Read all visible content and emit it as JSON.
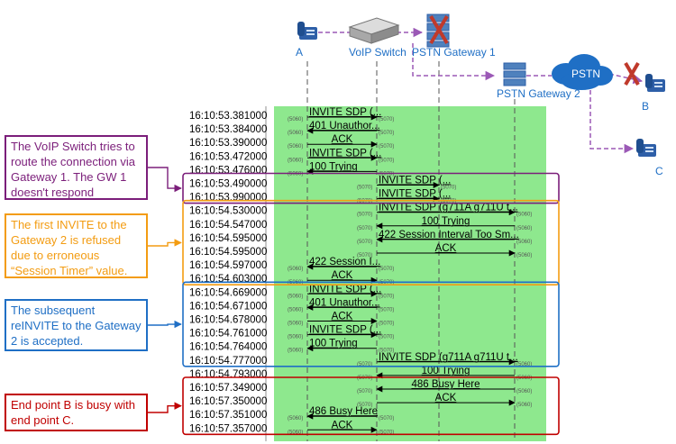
{
  "topology": {
    "labels": {
      "A": "A",
      "switch": "VoIP Switch",
      "gw1": "PSTN Gateway 1",
      "gw2": "PSTN Gateway 2",
      "pstn": "PSTN",
      "B": "B",
      "C": "C"
    }
  },
  "ports": {
    "p5060": "(5060)",
    "p5070": "(5070)"
  },
  "rows": [
    {
      "time": "16:10:53.381000",
      "label": "INVITE SDP (...",
      "from": "A",
      "to": "SW"
    },
    {
      "time": "16:10:53.384000",
      "label": "401 Unauthor...",
      "from": "SW",
      "to": "A"
    },
    {
      "time": "16:10:53.390000",
      "label": "ACK",
      "from": "A",
      "to": "SW"
    },
    {
      "time": "16:10:53.472000",
      "label": "INVITE SDP (...",
      "from": "A",
      "to": "SW"
    },
    {
      "time": "16:10:53.476000",
      "label": "100 Trying",
      "from": "SW",
      "to": "A"
    },
    {
      "time": "16:10:53.490000",
      "label": "INVITE SDP (...",
      "from": "SW",
      "to": "GW1"
    },
    {
      "time": "16:10:53.990000",
      "label": "INVITE SDP (...",
      "from": "SW",
      "to": "GW1"
    },
    {
      "time": "16:10:54.530000",
      "label": "INVITE SDP (g711A g711U t...",
      "from": "SW",
      "to": "GW2"
    },
    {
      "time": "16:10:54.547000",
      "label": "100 Trying",
      "from": "GW2",
      "to": "SW"
    },
    {
      "time": "16:10:54.595000",
      "label": "422 Session Interval Too Sm...",
      "from": "GW2",
      "to": "SW"
    },
    {
      "time": "16:10:54.595000",
      "label": "ACK",
      "from": "SW",
      "to": "GW2"
    },
    {
      "time": "16:10:54.597000",
      "label": "422 Session I...",
      "from": "SW",
      "to": "A"
    },
    {
      "time": "16:10:54.603000",
      "label": "ACK",
      "from": "A",
      "to": "SW"
    },
    {
      "time": "16:10:54.669000",
      "label": "INVITE SDP (...",
      "from": "A",
      "to": "SW"
    },
    {
      "time": "16:10:54.671000",
      "label": "401 Unauthor...",
      "from": "SW",
      "to": "A"
    },
    {
      "time": "16:10:54.678000",
      "label": "ACK",
      "from": "A",
      "to": "SW"
    },
    {
      "time": "16:10:54.761000",
      "label": "INVITE SDP (...",
      "from": "A",
      "to": "SW"
    },
    {
      "time": "16:10:54.764000",
      "label": "100 Trying",
      "from": "SW",
      "to": "A"
    },
    {
      "time": "16:10:54.777000",
      "label": "INVITE SDP (g711A g711U t...",
      "from": "SW",
      "to": "GW2"
    },
    {
      "time": "16:10:54.793000",
      "label": "100 Trying",
      "from": "GW2",
      "to": "SW"
    },
    {
      "time": "16:10:57.349000",
      "label": "486 Busy Here",
      "from": "GW2",
      "to": "SW"
    },
    {
      "time": "16:10:57.350000",
      "label": "ACK",
      "from": "SW",
      "to": "GW2"
    },
    {
      "time": "16:10:57.351000",
      "label": "486 Busy Here",
      "from": "SW",
      "to": "A"
    },
    {
      "time": "16:10:57.357000",
      "label": "ACK",
      "from": "A",
      "to": "SW"
    }
  ],
  "groups": [
    {
      "name": "group-gw1",
      "color": "#7B1E7A",
      "from_row": 5,
      "to_row": 6
    },
    {
      "name": "group-gw2-refused",
      "color": "#F39C12",
      "from_row": 7,
      "to_row": 12
    },
    {
      "name": "group-reinvite",
      "color": "#1F6FC5",
      "from_row": 13,
      "to_row": 18
    },
    {
      "name": "group-busy",
      "color": "#C00000",
      "from_row": 20,
      "to_row": 23
    }
  ],
  "callouts": [
    {
      "lines": [
        "The VoIP Switch tries to",
        "route the connection via",
        "Gateway 1. The GW 1",
        "doesn't respond"
      ],
      "color": "#7B1E7A"
    },
    {
      "lines": [
        "The first INVITE to the",
        "Gateway 2 is refused",
        "due to erroneous",
        "“Session Timer” value."
      ],
      "color": "#F39C12"
    },
    {
      "lines": [
        "The subsequent",
        "reINVITE to the Gateway",
        "2 is accepted."
      ],
      "color": "#1F6FC5"
    },
    {
      "lines": [
        "End point B is busy with",
        "end point C."
      ],
      "color": "#C00000"
    }
  ],
  "colors": {
    "ladder_bg": "#8EE88E",
    "accent": "#1F6FC5",
    "dashed_line": "#9B59B6",
    "cross": "#C0392B"
  }
}
